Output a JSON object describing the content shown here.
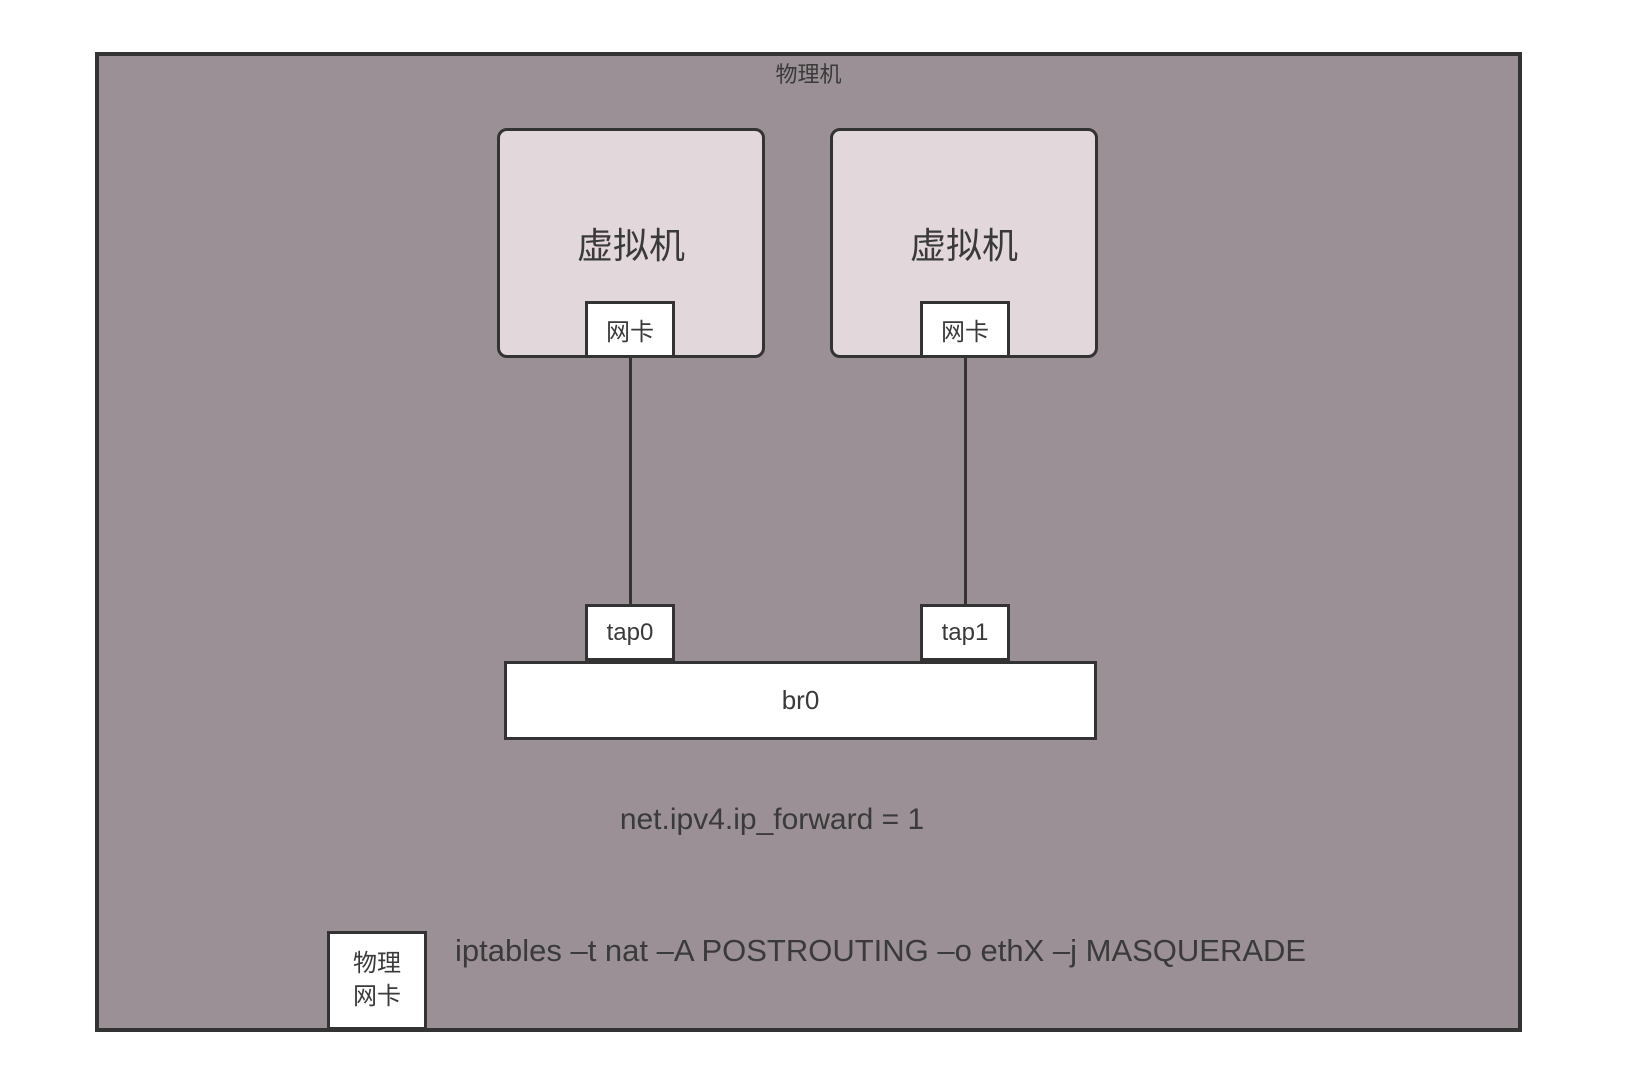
{
  "diagram": {
    "host_label": "物理机",
    "vm1": {
      "label": "虚拟机",
      "nic_label": "网卡"
    },
    "vm2": {
      "label": "虚拟机",
      "nic_label": "网卡"
    },
    "tap0_label": "tap0",
    "tap1_label": "tap1",
    "bridge_label": "br0",
    "sysctl_text": "net.ipv4.ip_forward = 1",
    "physical_nic": {
      "line1": "物理",
      "line2": "网卡"
    },
    "iptables_text": "iptables –t nat –A POSTROUTING –o ethX –j MASQUERADE",
    "colors": {
      "host_bg": "#9a9095",
      "vm_bg": "#e2d7db",
      "border": "#333333",
      "box_bg": "#ffffff",
      "text": "#3a3a3a"
    }
  }
}
